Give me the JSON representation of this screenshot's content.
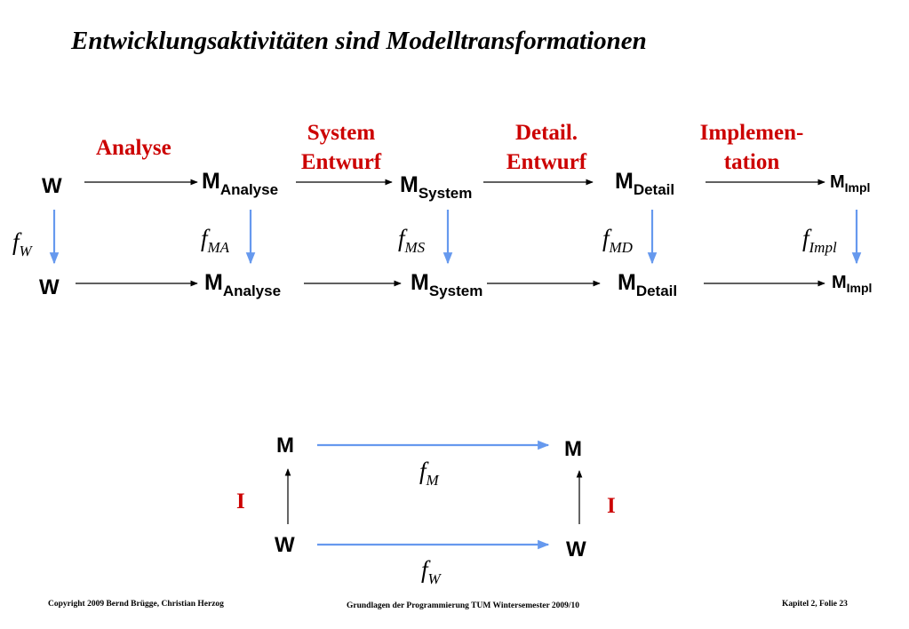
{
  "title": "Entwicklungsaktivitäten sind Modelltransformationen",
  "stages": {
    "analyse": [
      "Analyse"
    ],
    "system": [
      "System",
      "Entwurf"
    ],
    "detail": [
      "Detail.",
      "Entwurf"
    ],
    "impl": [
      "Implemen-",
      "tation"
    ]
  },
  "top_row": {
    "w": "W",
    "m": "M",
    "analyse_sub": "Analyse",
    "system_sub": "System",
    "detail_sub": "Detail",
    "impl_sub": "Impl"
  },
  "bottom_row": {
    "w": "W",
    "m": "M",
    "analyse_sub": "Analyse",
    "system_sub": "System",
    "detail_sub": "Detail",
    "impl_sub": "Impl"
  },
  "mappings": {
    "f": "f",
    "fw_sub": "W",
    "fma_sub": "MA",
    "fms_sub": "MS",
    "fmd_sub": "MD",
    "fimpl_sub": "Impl"
  },
  "commutative": {
    "m_left": "M",
    "m_right": "M",
    "w_left": "W",
    "w_right": "W",
    "i_left": "I",
    "i_right": "I",
    "f": "f",
    "fm_sub": "M",
    "fw_sub": "W"
  },
  "footer": {
    "copyright": "Copyright  2009  Bernd Brügge, Christian Herzog",
    "course": "Grundlagen der Programmierung  TUM Wintersemester 2009/10",
    "slide": "Kapitel 2, Folie 23"
  },
  "colors": {
    "stage_label": "#cc0000",
    "mapping_arrow": "#6699ee",
    "transform_arrow": "#000000"
  }
}
